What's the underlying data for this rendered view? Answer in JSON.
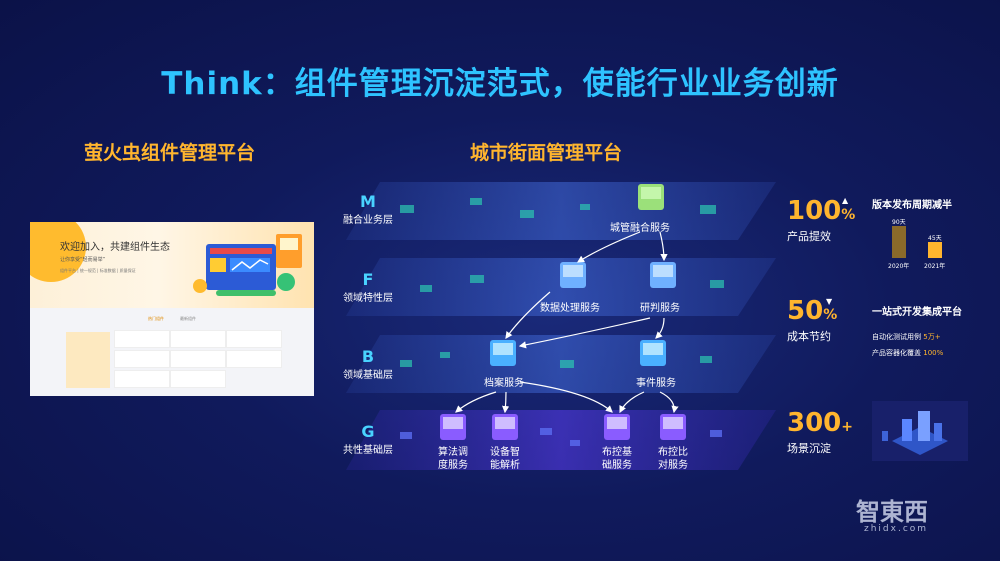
{
  "title": "Think：组件管理沉淀范式，使能行业业务创新",
  "left_section": {
    "heading": "萤火虫组件管理平台",
    "screenshot": {
      "hero_title": "欢迎加入，共建组件生态",
      "hero_subtitle": "让你享受“轻而易举”",
      "hero_links": "组件平台 | 统一规范 | 标准数据 | 质量保证",
      "tabs": [
        "热门组件",
        "最新组件"
      ],
      "cards": [
        "",
        "",
        "",
        "",
        "",
        "",
        "",
        ""
      ]
    }
  },
  "center_section": {
    "heading": "城市街面管理平台",
    "layers": [
      {
        "code": "M",
        "name": "融合业务层"
      },
      {
        "code": "F",
        "name": "领域特性层"
      },
      {
        "code": "B",
        "name": "领域基础层"
      },
      {
        "code": "G",
        "name": "共性基础层"
      }
    ],
    "services": {
      "fusion": "城管融合服务",
      "data": "数据处理服务",
      "judge": "研判服务",
      "archive": "档案服务",
      "event": "事件服务",
      "algo": [
        "算法调",
        "度服务"
      ],
      "device": [
        "设备智",
        "能解析"
      ],
      "deploy": [
        "布控基",
        "础服务"
      ],
      "compare": [
        "布控比",
        "对服务"
      ]
    }
  },
  "right_section": {
    "stat1": {
      "num": "100",
      "unit": "%",
      "label": "产品提效",
      "arrow": "▲"
    },
    "stat2": {
      "num": "50",
      "unit": "%",
      "label": "成本节约",
      "arrow": "▼"
    },
    "stat3": {
      "num": "300",
      "unit": "+",
      "label": "场景沉淀"
    },
    "release": {
      "heading": "版本发布周期减半",
      "bars": [
        {
          "year": "2020年",
          "label": "90天",
          "value": 90
        },
        {
          "year": "2021年",
          "label": "45天",
          "value": 45
        }
      ]
    },
    "integration": {
      "heading": "一站式开发集成平台",
      "line1_label": "自动化测试用例",
      "line1_value": "5万+",
      "line2_label": "产品容器化覆盖",
      "line2_value": "100%"
    }
  },
  "watermark": {
    "brand": "智東西",
    "url": "zhidx.com"
  },
  "colors": {
    "accent": "#2ec3ff",
    "orange": "#ffb52e",
    "background": "#0d1550"
  }
}
